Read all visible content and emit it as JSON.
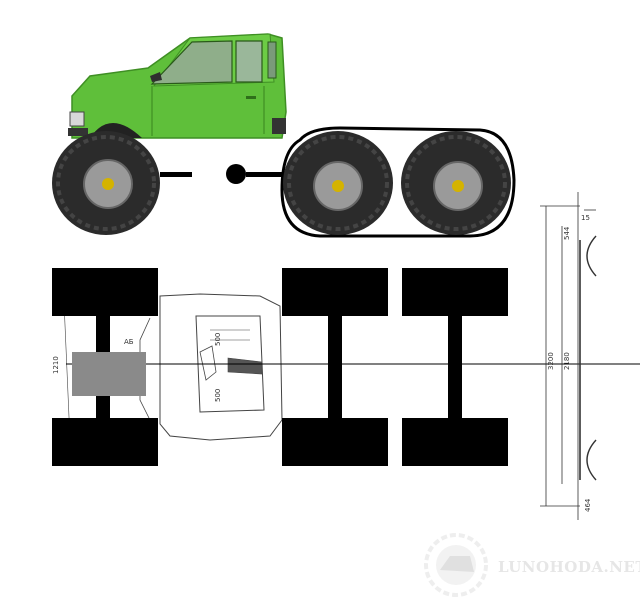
{
  "drawing": {
    "labels": {
      "track_width": "1210",
      "dim_500_top": "500",
      "dim_500_bottom": "500",
      "label_ab": "АБ",
      "dim_15": "15",
      "dim_544": "544",
      "dim_3200": "3200",
      "dim_2180": "2180",
      "dim_464": "464"
    }
  },
  "watermark": {
    "text": "LUNOHODA.NET"
  },
  "colors": {
    "car_body": "#5fbf3a",
    "car_body_dark": "#3f8f24",
    "tire": "#2b2b2b",
    "axle_block": "#000000",
    "engine_block": "#8a8a8a",
    "wheel_hub": "#9a9a9a",
    "hub_center": "#d4b300"
  }
}
